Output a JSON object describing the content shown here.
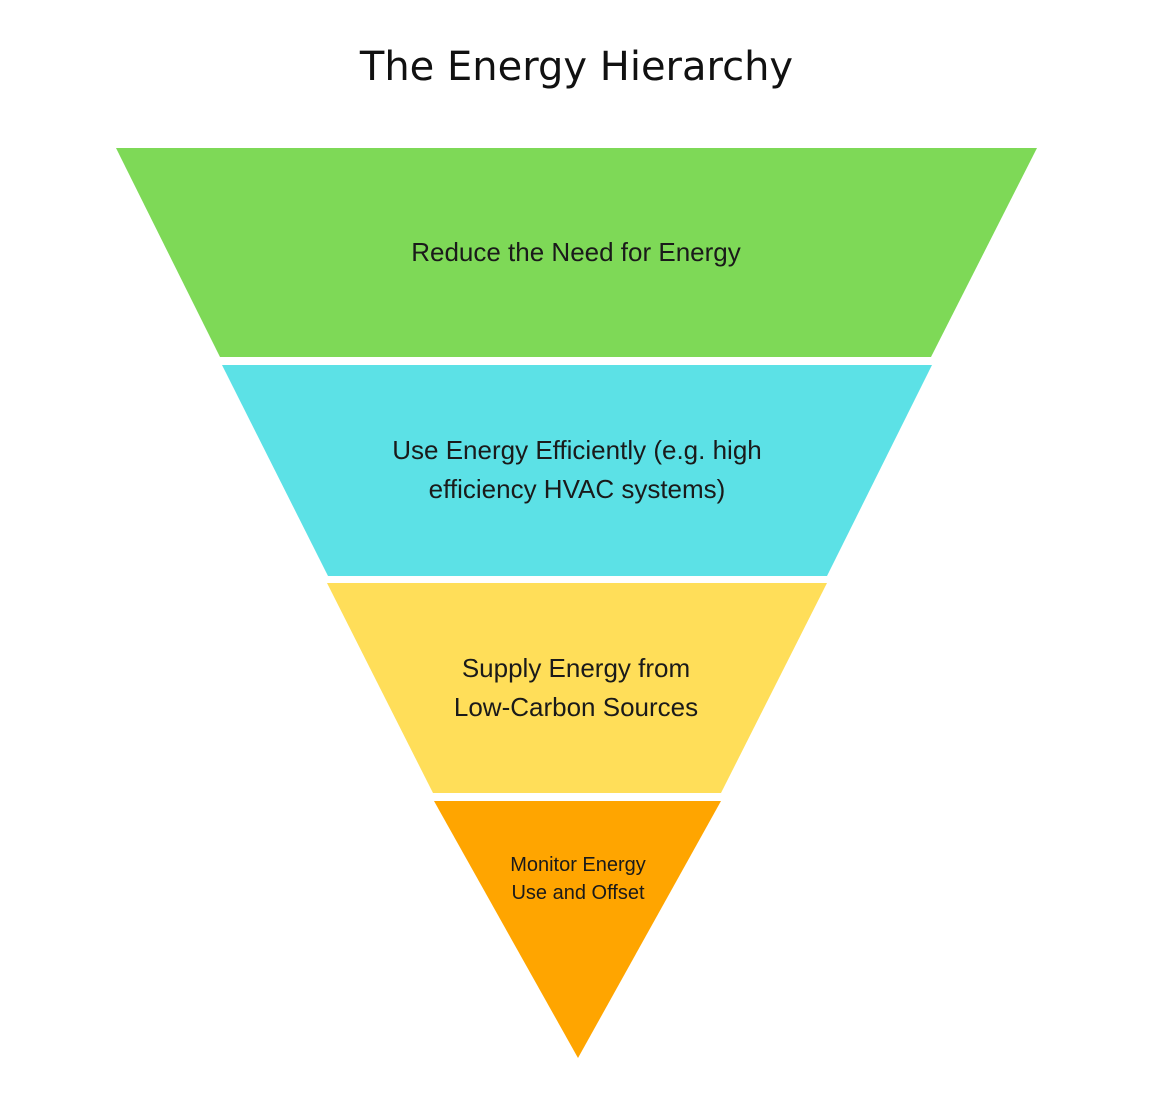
{
  "title": "The Energy Hierarchy",
  "tiers": [
    {
      "lines": [
        "Reduce the Need for Energy"
      ],
      "color": "#7ed957"
    },
    {
      "lines": [
        "Use Energy Efficiently (e.g. high",
        "efficiency HVAC systems)"
      ],
      "color": "#5ce1e6"
    },
    {
      "lines": [
        "Supply Energy from",
        "Low-Carbon Sources"
      ],
      "color": "#ffde59"
    },
    {
      "lines": [
        "Monitor Energy",
        "Use and Offset"
      ],
      "color": "#ffa500"
    }
  ]
}
